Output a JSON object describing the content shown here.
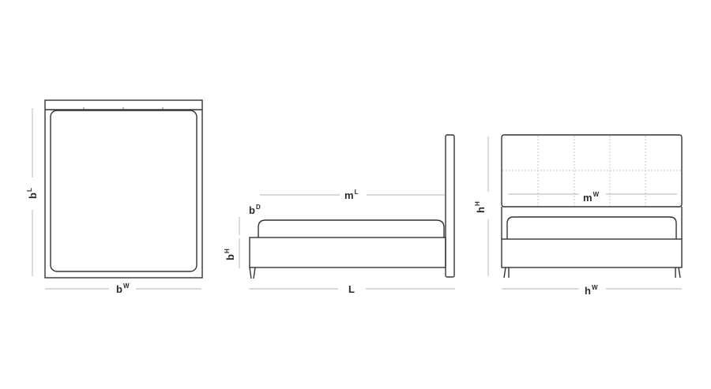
{
  "labels": {
    "plan_width": {
      "main": "b",
      "sup": "W"
    },
    "plan_length": {
      "main": "b",
      "sup": "L"
    },
    "side_mattress_length": {
      "main": "m",
      "sup": "L"
    },
    "side_depth": {
      "main": "b",
      "sup": "D"
    },
    "side_height": {
      "main": "b",
      "sup": "H"
    },
    "side_length": {
      "main": "L",
      "sup": ""
    },
    "front_mattress_width": {
      "main": "m",
      "sup": "W"
    },
    "front_height": {
      "main": "h",
      "sup": "H"
    },
    "front_width": {
      "main": "h",
      "sup": "W"
    }
  },
  "colors": {
    "outline": "#333333",
    "dimension_line": "#9a9a9a",
    "label": "#2a2a2a"
  }
}
